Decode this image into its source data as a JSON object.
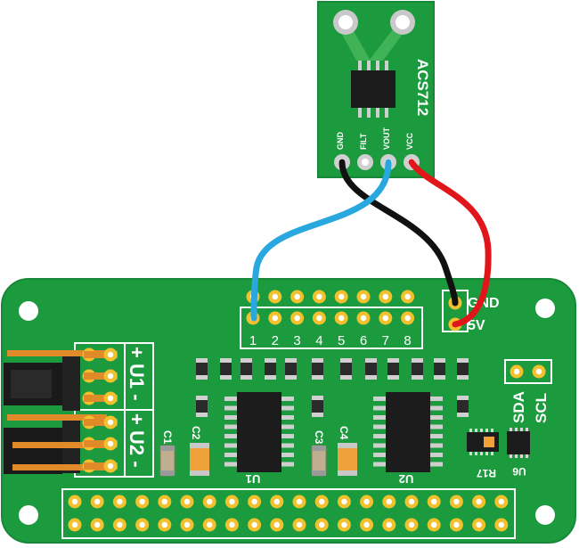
{
  "sensor": {
    "name": "ACS712",
    "pins": [
      "GND",
      "FILT",
      "VOUT",
      "VCC"
    ]
  },
  "board": {
    "adc_pin_numbers": [
      "1",
      "2",
      "3",
      "4",
      "5",
      "6",
      "7",
      "8"
    ],
    "power_labels": [
      "GND",
      "5V"
    ],
    "i2c_labels": [
      "SDA",
      "SCL"
    ],
    "terminal_labels": [
      "+ U1 -",
      "+ U2 -"
    ],
    "component_labels": [
      "C1",
      "C2",
      "C3",
      "C4",
      "U1",
      "U2",
      "R17",
      "U6"
    ]
  },
  "wires": [
    {
      "name": "gnd-wire",
      "color": "#111111"
    },
    {
      "name": "vout-wire",
      "color": "#29a8e0"
    },
    {
      "name": "vcc-wire",
      "color": "#e0161b"
    }
  ],
  "colors": {
    "pcb": "#1b9a3e",
    "pcb_edge": "#17883a",
    "pad_gold": "#f2c12e",
    "silk": "#ffffff"
  }
}
